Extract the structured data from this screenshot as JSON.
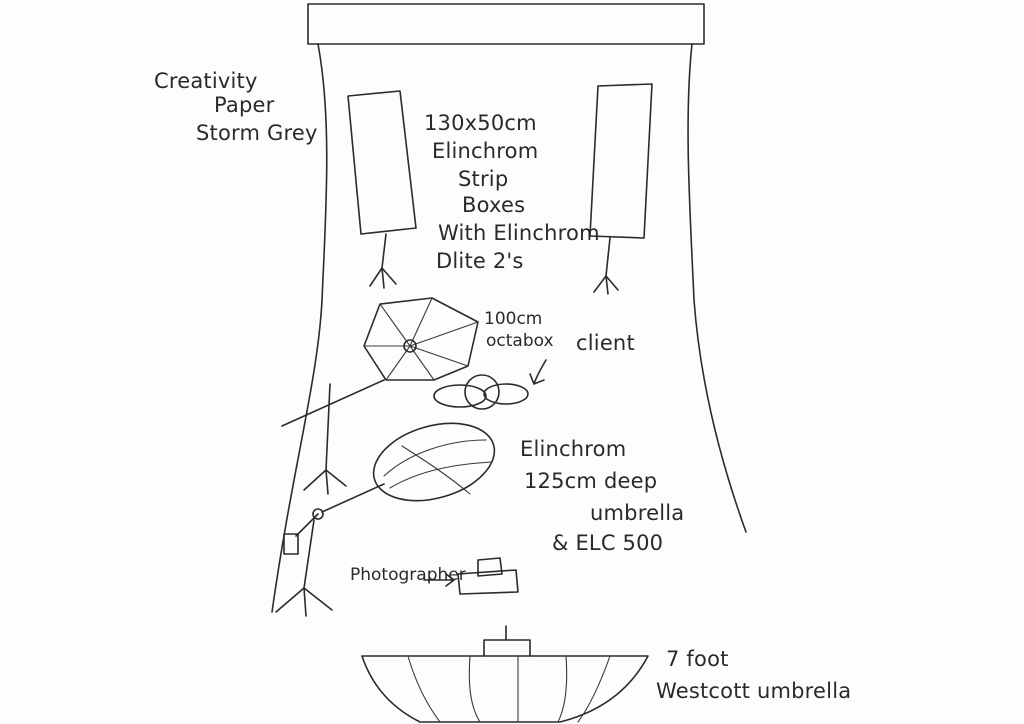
{
  "labels": {
    "paper": [
      "Creativity",
      "Paper",
      "Storm Grey"
    ],
    "strip_boxes": [
      "130x50cm",
      "Elinchrom",
      "Strip",
      "Boxes",
      "With Elinchrom",
      "Dlite 2's"
    ],
    "octabox": [
      "100cm",
      "octabox"
    ],
    "client": "client",
    "umbrella_deep": [
      "Elinchrom",
      "125cm deep",
      "umbrella",
      "& ELC 500"
    ],
    "photographer": "Photographer",
    "westcott": [
      "7 foot",
      "Westcott umbrella"
    ]
  },
  "colors": {
    "ink": "#2b2b2b",
    "paper": "#fdfdfd"
  }
}
